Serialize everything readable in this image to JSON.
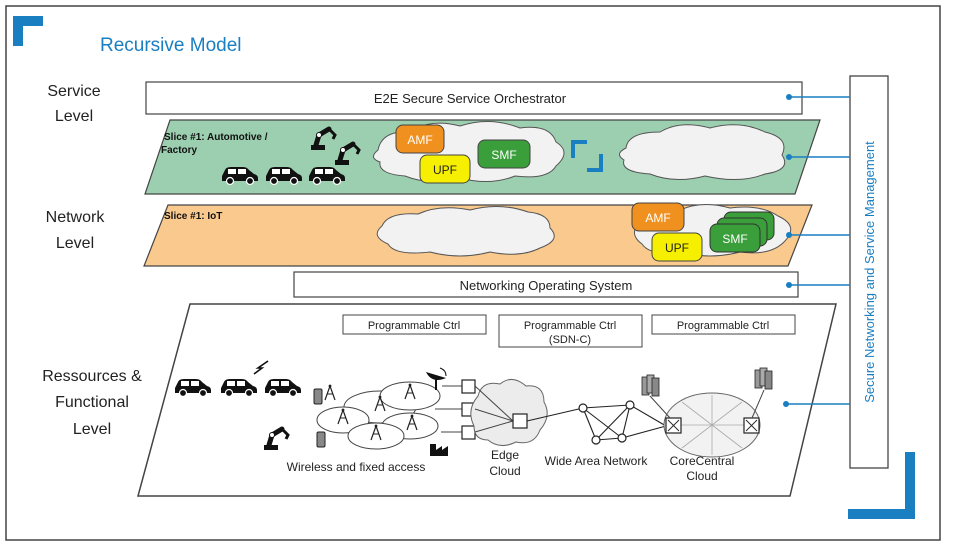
{
  "title": "Recursive Model",
  "levels": {
    "service": [
      "Service",
      "Level"
    ],
    "network": [
      "Network",
      "Level"
    ],
    "resources": [
      "Ressources &",
      "Functional",
      "Level"
    ]
  },
  "orchestrator": "E2E Secure Service Orchestrator",
  "slice_automotive": [
    "Slice #1: Automotive /",
    "Factory"
  ],
  "slice_iot": "Slice #1: IoT",
  "functions": {
    "amf": "AMF",
    "smf": "SMF",
    "upf": "UPF"
  },
  "nos": "Networking Operating System",
  "ctrl": {
    "left": "Programmable Ctrl",
    "middle": [
      "Programmable Ctrl",
      "(SDN-C)"
    ],
    "right": "Programmable Ctrl"
  },
  "resource_labels": {
    "access": "Wireless and fixed access",
    "edge": [
      "Edge",
      "Cloud"
    ],
    "wan": "Wide Area Network",
    "core": [
      "CoreCentral",
      "Cloud"
    ]
  },
  "management": "Secure Networking and Service Management",
  "colors": {
    "accent": "#1a7fc1",
    "slice_green": "#9ccfb0",
    "slice_orange": "#f9c98d",
    "amf": "#f0901e",
    "smf": "#3a9e3a",
    "upf": "#f6f000"
  }
}
